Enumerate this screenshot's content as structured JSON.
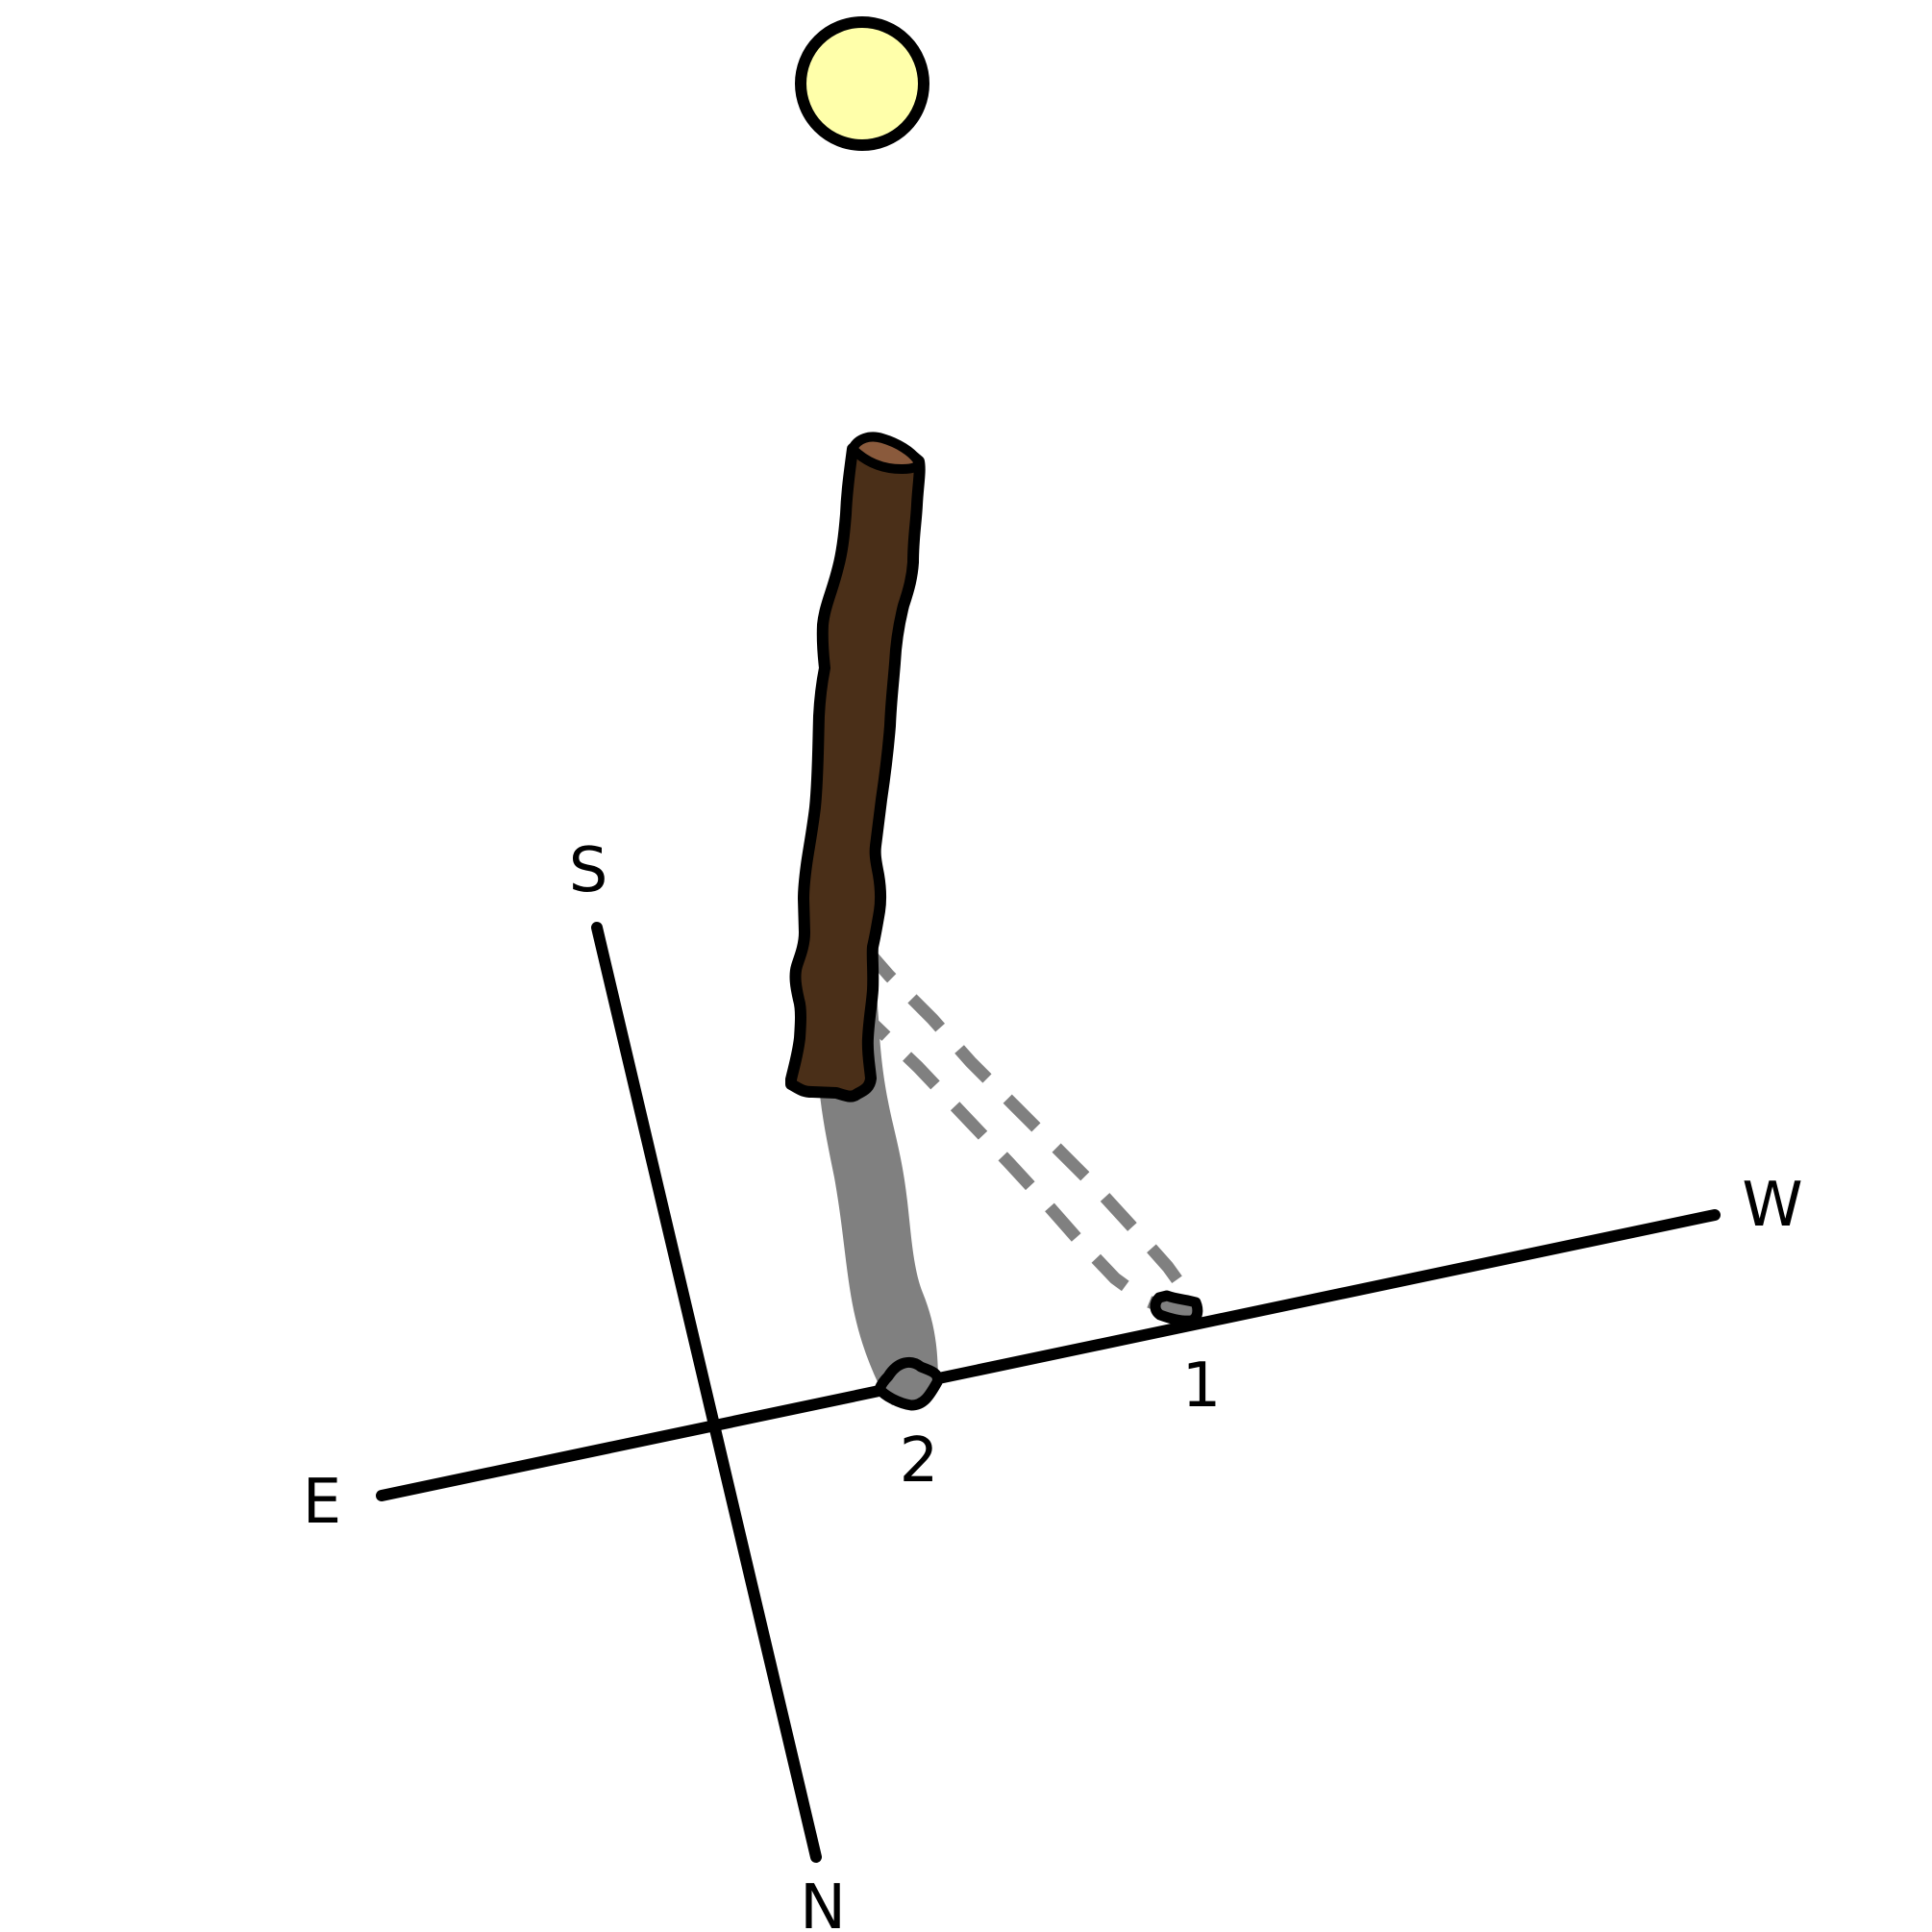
{
  "directions": {
    "south": "S",
    "north": "N",
    "east": "E",
    "west": "W"
  },
  "stone_markers": {
    "first": "1",
    "second": "2"
  },
  "colors": {
    "sun_fill": "#FFFFAA",
    "stick_fill": "#4A2F18",
    "shadow": "#808080",
    "outline": "#000000",
    "background": "#FFFFFF"
  },
  "icons": {
    "sun": "sun-icon",
    "stick": "stick-icon",
    "stone": "stone-icon"
  }
}
